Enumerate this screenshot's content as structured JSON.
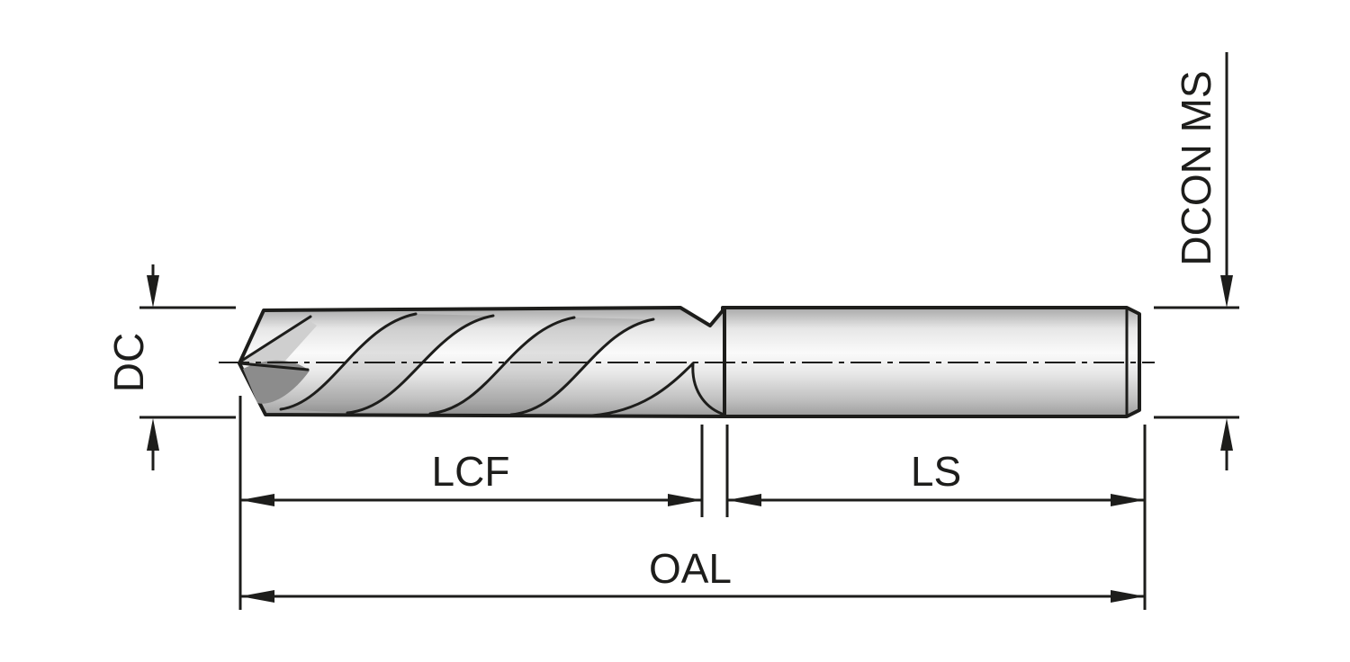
{
  "diagram": {
    "dimension_labels": {
      "diameter_cutting": "DC",
      "shank_diameter": "DCON MS",
      "flute_length": "LCF",
      "shank_length": "LS",
      "overall_length": "OAL"
    },
    "colors": {
      "line": "#1d1d1b",
      "background": "#ffffff",
      "body_highlight": "#fafafa",
      "body_shadow": "#989898"
    }
  }
}
